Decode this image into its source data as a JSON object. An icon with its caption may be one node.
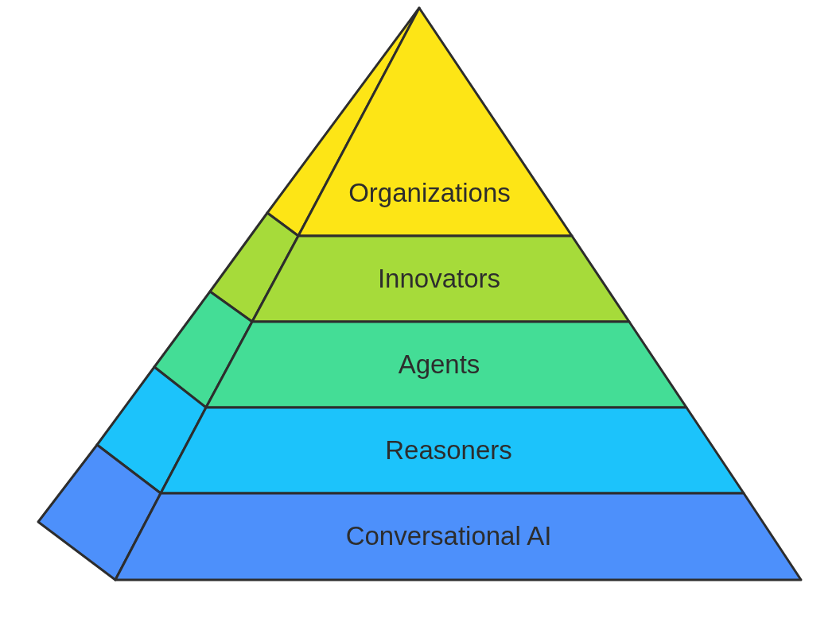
{
  "diagram": {
    "nodes": [
      {
        "text": [
          "Organizations"
        ]
      },
      {
        "text": [
          "Innovators"
        ]
      },
      {
        "text": [
          "Agents"
        ]
      },
      {
        "text": [
          "Reasoners"
        ]
      },
      {
        "text": [
          "Conversational AI"
        ]
      }
    ]
  }
}
